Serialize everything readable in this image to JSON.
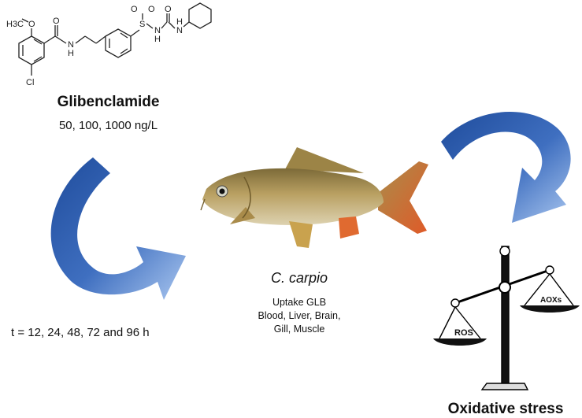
{
  "molecule": {
    "atom_labels": {
      "methoxy": "H3C",
      "ether_o": "O",
      "carbonyl_o": "O",
      "amide_nh": "N",
      "amide_h": "H",
      "chloro": "Cl",
      "sulfonyl_s": "S",
      "sulfonyl_o1": "O",
      "sulfonyl_o2": "O",
      "urea_o": "O",
      "urea_n1": "N",
      "urea_h1": "H",
      "urea_n2": "N",
      "urea_h2": "H"
    }
  },
  "compound": {
    "name": "Glibenclamide",
    "concentrations": "50, 100, 1000 ng/L"
  },
  "exposure": {
    "times": "t = 12, 24, 48, 72 and 96 h"
  },
  "organism": {
    "name": "C. carpio",
    "description": [
      "Uptake GLB",
      "Blood, Liver, Brain,",
      "Gill, Muscle"
    ]
  },
  "outcome": {
    "title": "Oxidative stress",
    "left_pan": "ROS",
    "right_pan": "AOXs"
  },
  "colors": {
    "arrow_dark": "#2a55a4",
    "arrow_light": "#a9c6ef",
    "fish_body": "#b49a58",
    "fin_orange": "#e06a30"
  },
  "icons": [
    "curved-arrow-left-icon",
    "curved-arrow-right-icon",
    "carp-fish-icon",
    "balance-scale-icon"
  ]
}
